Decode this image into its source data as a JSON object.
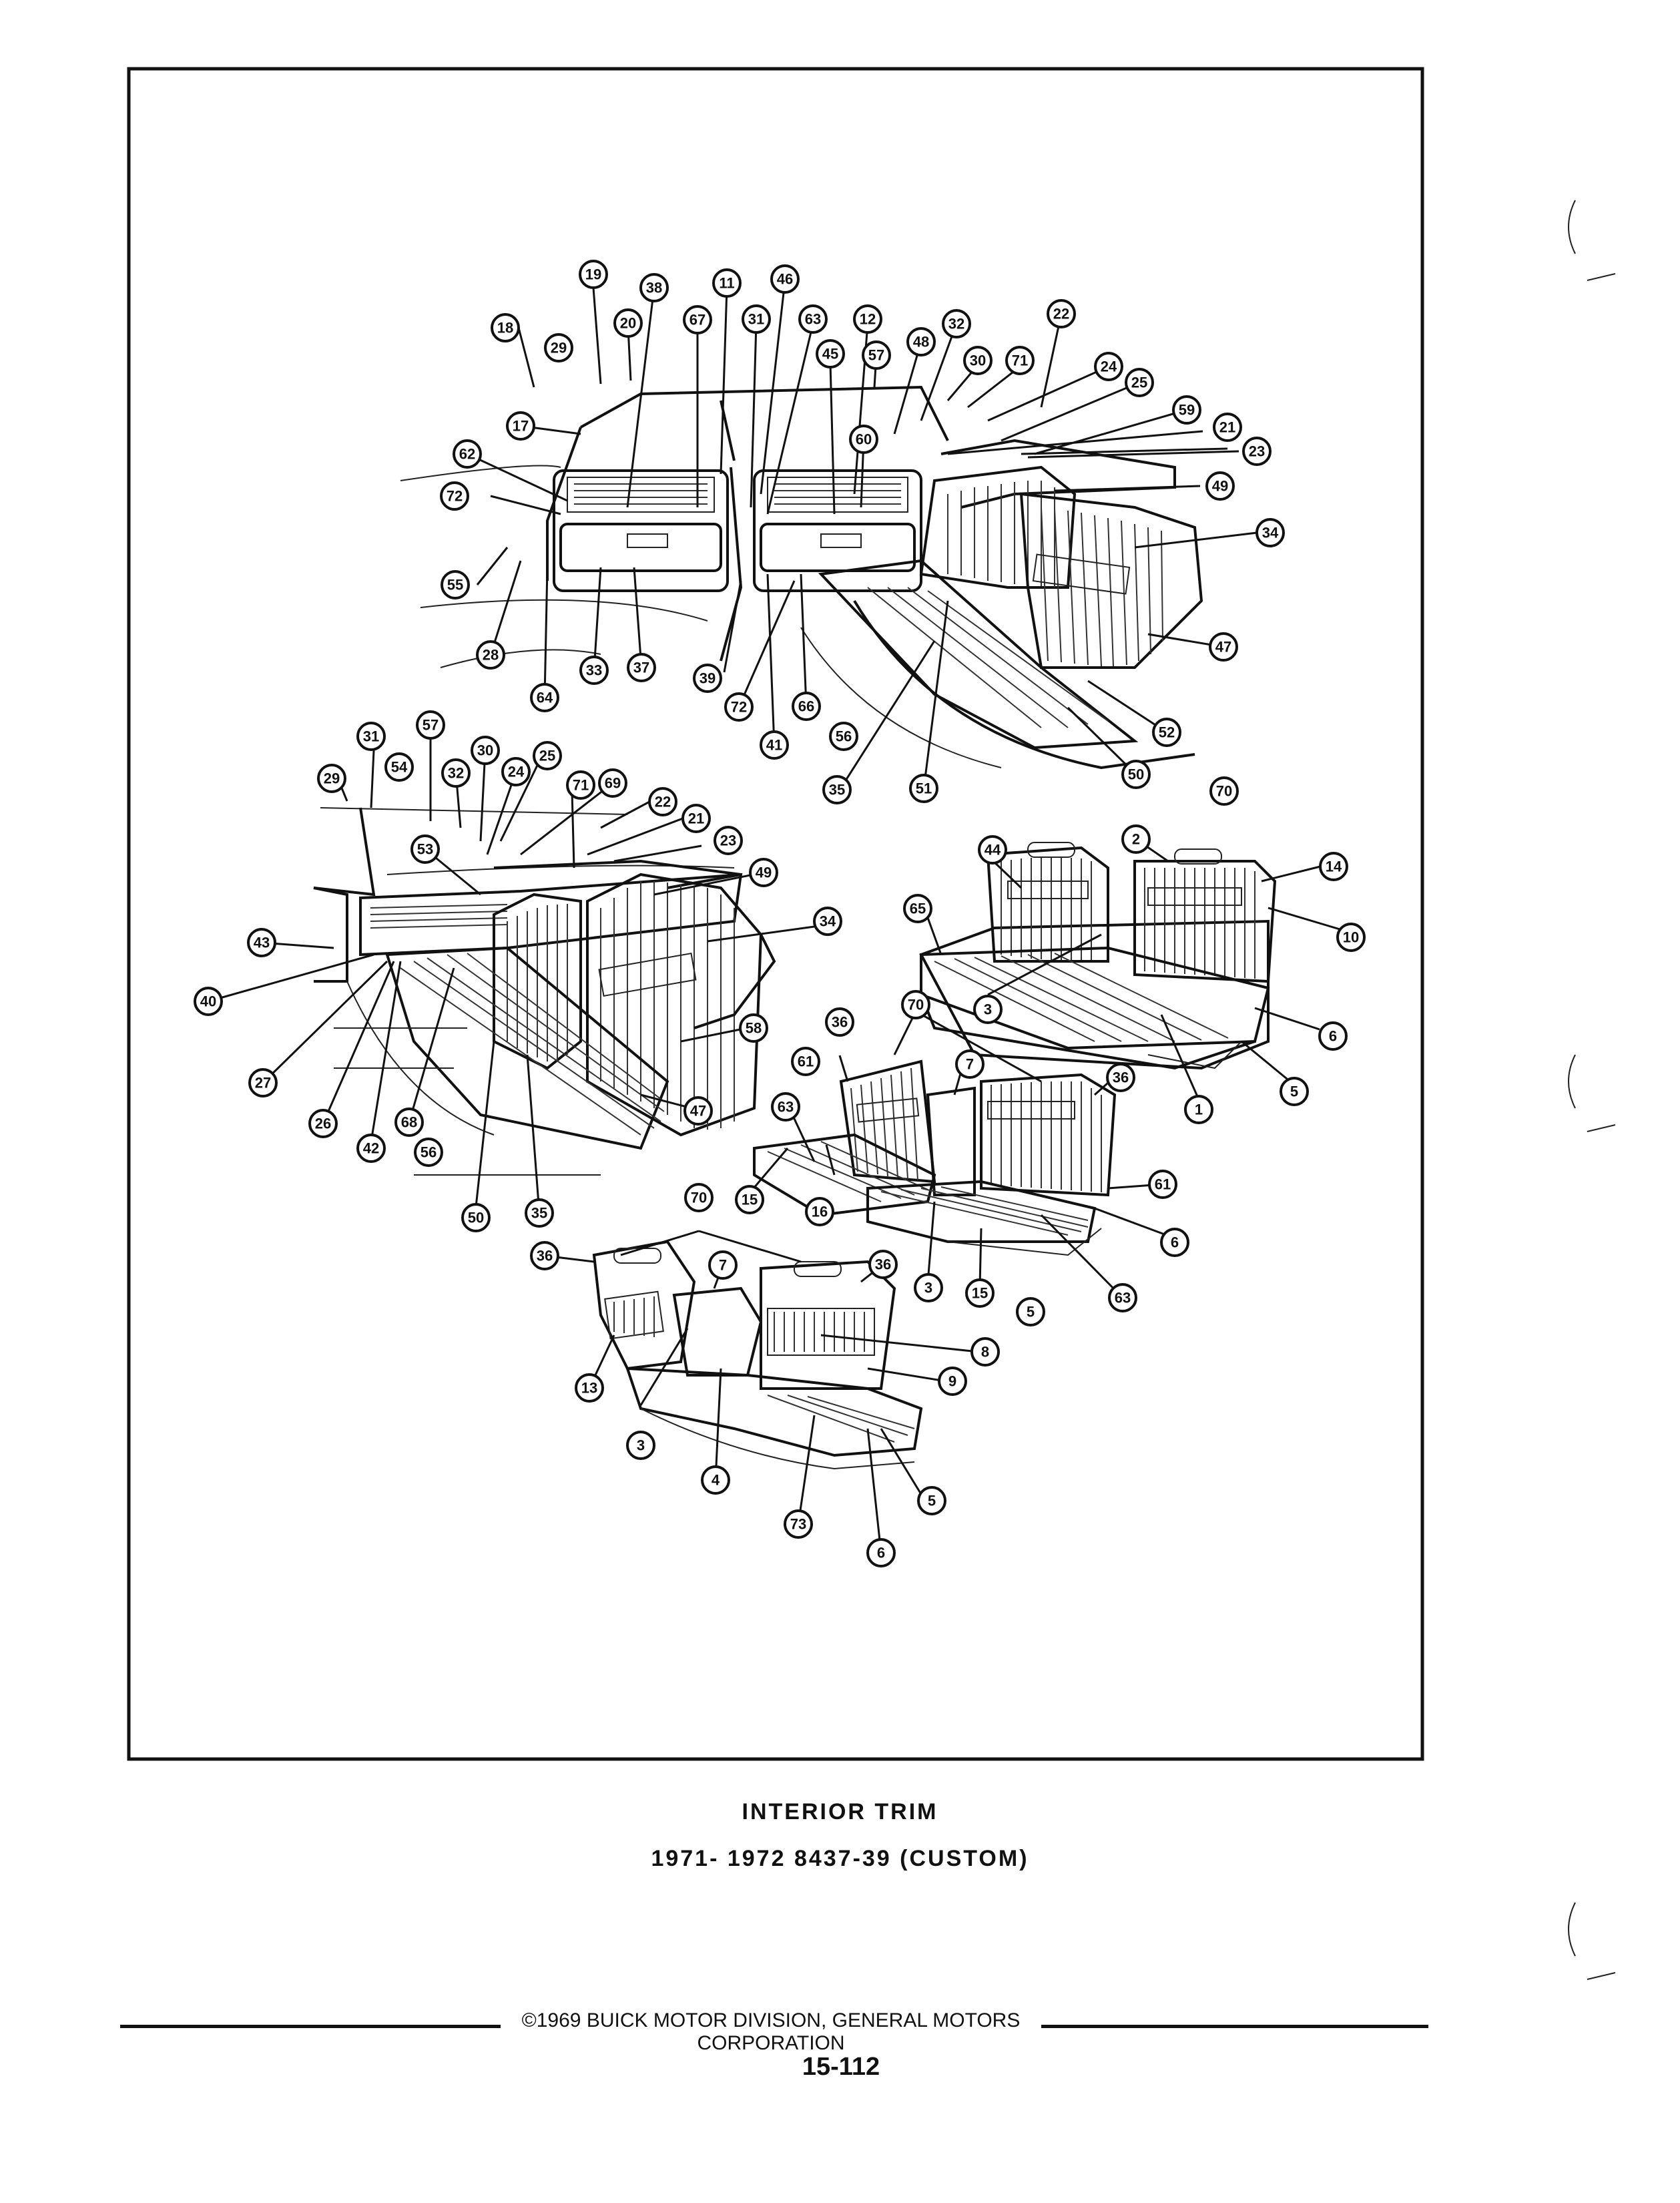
{
  "title": "INTERIOR TRIM",
  "subtitle": "1971- 1972 8437-39 (CUSTOM)",
  "copyright": "©1969 BUICK MOTOR DIVISION, GENERAL MOTORS CORPORATION",
  "page_number": "15-112",
  "callout_numbers": {
    "top_view": [
      "19",
      "38",
      "11",
      "46",
      "18",
      "29",
      "20",
      "67",
      "31",
      "63",
      "12",
      "22",
      "45",
      "57",
      "48",
      "32",
      "30",
      "71",
      "24",
      "25",
      "17",
      "59",
      "21",
      "23",
      "62",
      "60",
      "49",
      "72",
      "34",
      "55",
      "47",
      "28",
      "64",
      "33",
      "37",
      "39",
      "72",
      "41",
      "66",
      "52",
      "56",
      "50",
      "35",
      "51",
      "70"
    ],
    "left_view": [
      "31",
      "57",
      "29",
      "54",
      "32",
      "30",
      "24",
      "25",
      "71",
      "69",
      "22",
      "21",
      "53",
      "23",
      "49",
      "43",
      "34",
      "40",
      "27",
      "26",
      "42",
      "68",
      "56",
      "58",
      "47",
      "50",
      "35"
    ],
    "right_bench": [
      "44",
      "2",
      "14",
      "65",
      "10",
      "3",
      "6",
      "1",
      "5"
    ],
    "middle_split_seat": [
      "70",
      "36",
      "7",
      "61",
      "36",
      "63",
      "15",
      "16",
      "61",
      "6",
      "3",
      "15",
      "5",
      "63"
    ],
    "lower_bucket_seat": [
      "70",
      "36",
      "7",
      "36",
      "8",
      "13",
      "9",
      "3",
      "4",
      "73",
      "6",
      "5"
    ]
  }
}
